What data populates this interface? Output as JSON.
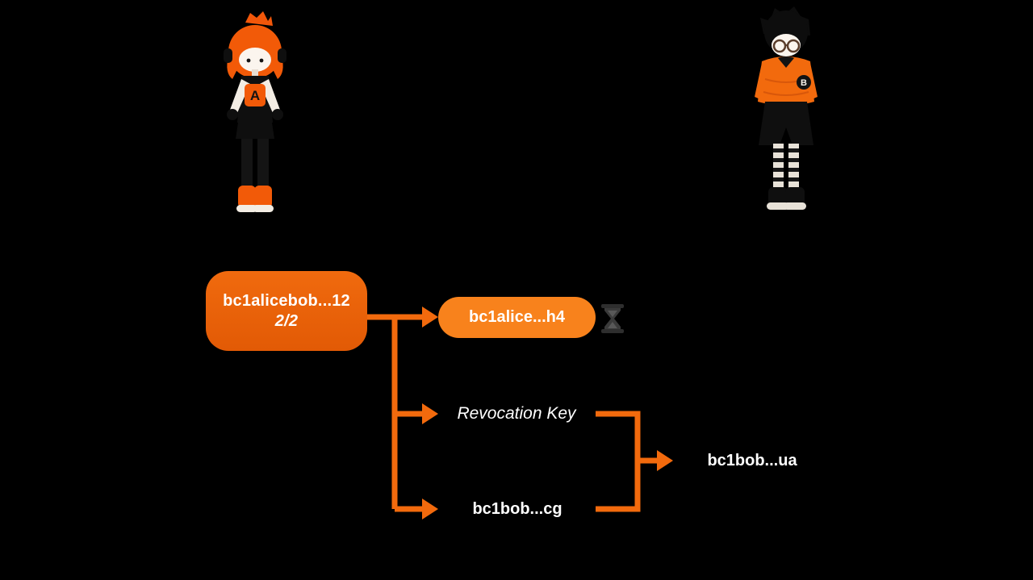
{
  "characters": {
    "alice": {
      "initial": "A"
    },
    "bob": {
      "initial": "B"
    }
  },
  "diagram": {
    "funding": {
      "address": "bc1alicebob...12",
      "threshold": "2/2"
    },
    "outputs": {
      "alice_timelocked": {
        "address": "bc1alice...h4",
        "icon": "hourglass-icon"
      },
      "revocation": {
        "label": "Revocation Key"
      },
      "bob": {
        "address": "bc1bob...cg"
      }
    },
    "merged_output": {
      "address": "bc1bob...ua"
    }
  },
  "colors": {
    "background": "#000000",
    "connector": "#F26A0D",
    "funding_box": "#EC660C",
    "address_pill": "#F8821C",
    "text": "#FFFFFF",
    "hourglass": "#2E2E2E"
  },
  "icons": {
    "hourglass": "hourglass-icon"
  }
}
